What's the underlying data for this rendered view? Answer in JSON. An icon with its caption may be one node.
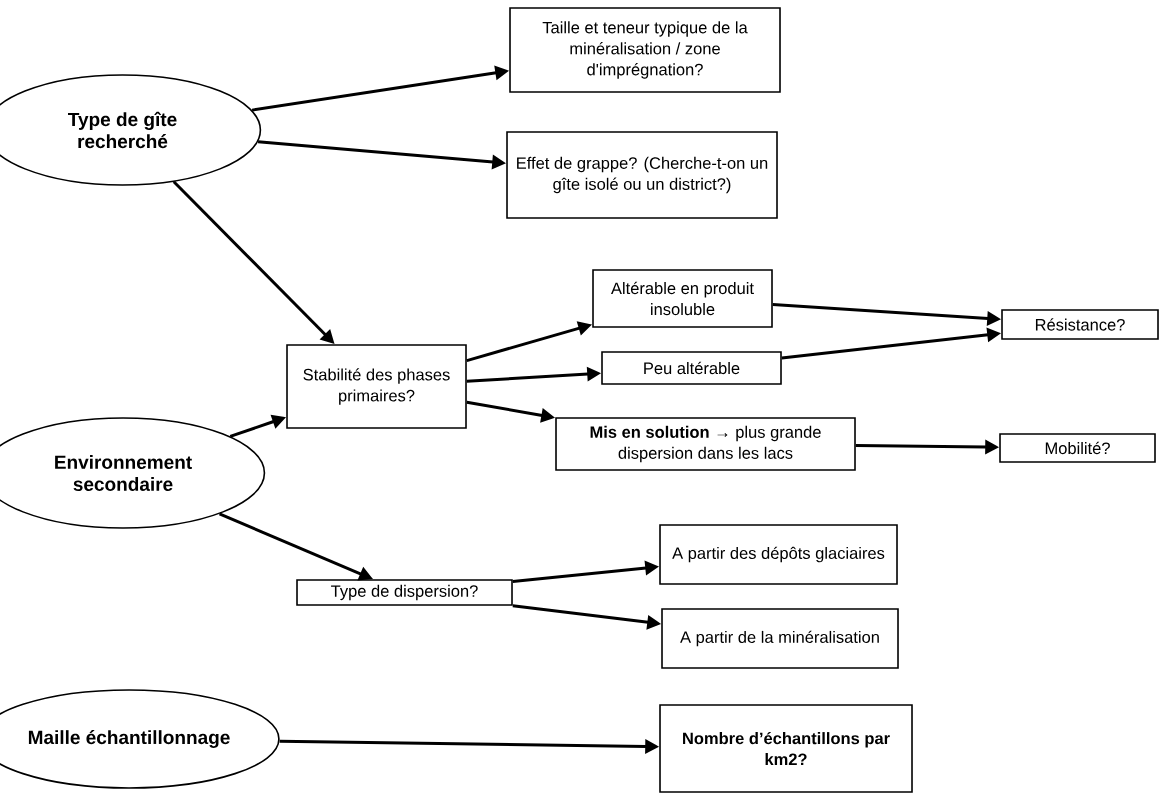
{
  "diagram": {
    "nodes": [
      {
        "text": [
          "Type de gîte recherché"
        ]
      },
      {
        "text": [
          "Taille et teneur typique de la minéralisation / zone d'imprégnation?"
        ]
      },
      {
        "text": [
          "Effet de grappe? (Cherche-t-on un gîte isolé ou un district?)"
        ]
      },
      {
        "text": [
          "Stabilité des phases primaires?"
        ]
      },
      {
        "text": [
          "Altérable en produit insoluble"
        ]
      },
      {
        "text": [
          "Peu altérable"
        ]
      },
      {
        "text": [
          "Résistance?"
        ]
      },
      {
        "text": [
          "**Mis en solution** → plus grande dispersion dans les lacs"
        ]
      },
      {
        "text": [
          "Mobilité?"
        ]
      },
      {
        "text": [
          "Environnement secondaire"
        ]
      },
      {
        "text": [
          "Type de dispersion?"
        ]
      },
      {
        "text": [
          "A partir des dépôts glaciaires"
        ]
      },
      {
        "text": [
          "A partir de la minéralisation"
        ]
      },
      {
        "text": [
          "Maille échantillonnage"
        ]
      },
      {
        "text": [
          "Nombre d’échantillons par km2?"
        ]
      }
    ],
    "edges": [
      {
        "from": 0,
        "to": 1,
        "arrow": "to"
      },
      {
        "from": 0,
        "to": 2,
        "arrow": "to"
      },
      {
        "from": 0,
        "to": 3,
        "arrow": "to"
      },
      {
        "from": 9,
        "to": 3,
        "arrow": "to"
      },
      {
        "from": 9,
        "to": 10,
        "arrow": "to"
      },
      {
        "from": 3,
        "to": 4,
        "arrow": "to"
      },
      {
        "from": 3,
        "to": 5,
        "arrow": "to"
      },
      {
        "from": 3,
        "to": 7,
        "arrow": "to"
      },
      {
        "from": 4,
        "to": 6,
        "arrow": "to"
      },
      {
        "from": 5,
        "to": 6,
        "arrow": "to"
      },
      {
        "from": 7,
        "to": 8,
        "arrow": "to"
      },
      {
        "from": 10,
        "to": 11,
        "arrow": "to"
      },
      {
        "from": 10,
        "to": 12,
        "arrow": "to"
      },
      {
        "from": 13,
        "to": 14,
        "arrow": "to"
      }
    ]
  }
}
